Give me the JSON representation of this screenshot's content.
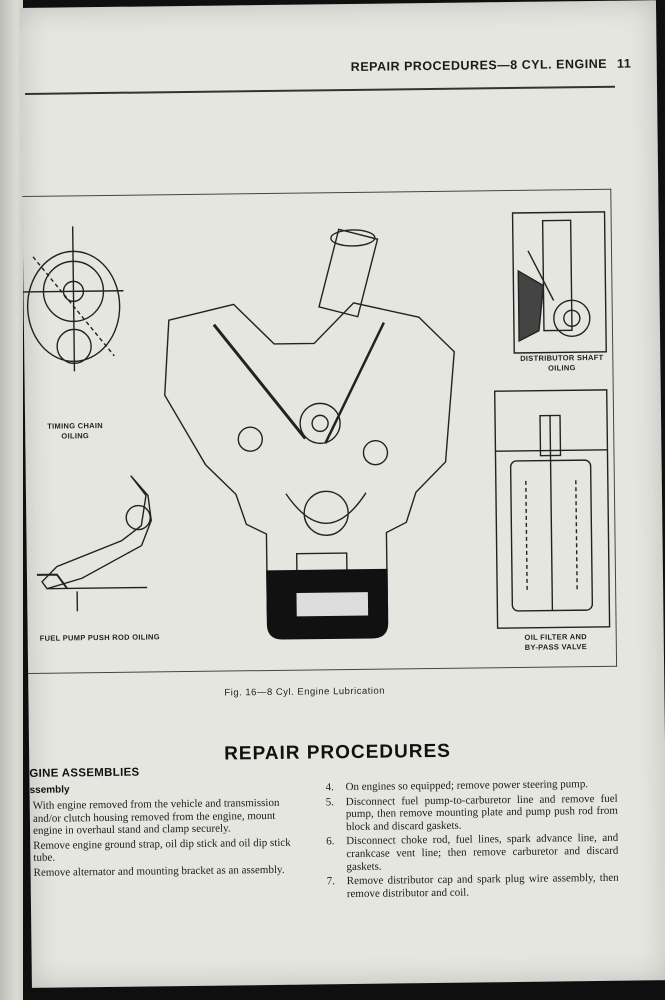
{
  "header": {
    "title": "REPAIR PROCEDURES—8 CYL. ENGINE",
    "page_number": "11"
  },
  "figure": {
    "labels": {
      "timing_chain": "TIMING CHAIN\nOILING",
      "fuel_pump": "FUEL PUMP PUSH ROD OILING",
      "distributor": "DISTRIBUTOR SHAFT\nOILING",
      "oil_filter": "OIL FILTER AND\nBY-PASS VALVE"
    },
    "caption": "Fig. 16—8 Cyl. Engine Lubrication"
  },
  "section": {
    "title": "REPAIR PROCEDURES",
    "heading": "GINE ASSEMBLIES",
    "subheading": "ssembly",
    "left_paragraphs": [
      "With engine removed from the vehicle and transmission and/or clutch housing removed from the engine, mount engine in overhaul stand and clamp securely.",
      "Remove engine ground strap, oil dip stick and oil dip stick tube.",
      "Remove alternator and mounting bracket as an assembly."
    ],
    "right_items": [
      {
        "num": "4.",
        "text": "On engines so equipped; remove power steering pump."
      },
      {
        "num": "5.",
        "text": "Disconnect fuel pump-to-carburetor line and remove fuel pump, then remove mounting plate and pump push rod from block and discard gaskets."
      },
      {
        "num": "6.",
        "text": "Disconnect choke rod, fuel lines, spark advance line, and crankcase vent line; then remove carburetor and discard gaskets."
      },
      {
        "num": "7.",
        "text": "Remove distributor cap and spark plug wire assembly, then remove distributor and coil."
      }
    ]
  }
}
